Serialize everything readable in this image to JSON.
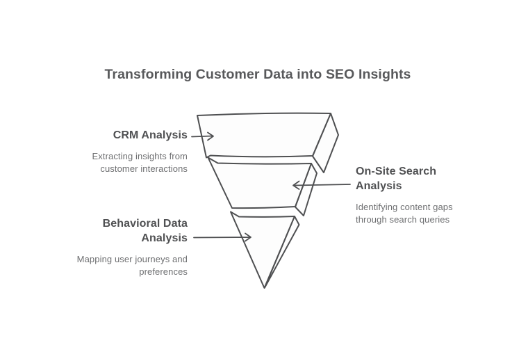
{
  "title": "Transforming Customer Data into SEO Insights",
  "levels": [
    {
      "heading_lines": [
        "CRM Analysis"
      ],
      "description_lines": [
        "Extracting insights from",
        "customer interactions"
      ]
    },
    {
      "heading_lines": [
        "On-Site Search",
        "Analysis"
      ],
      "description_lines": [
        "Identifying content gaps",
        "through search queries"
      ]
    },
    {
      "heading_lines": [
        "Behavioral Data",
        "Analysis"
      ],
      "description_lines": [
        "Mapping user journeys and",
        "preferences"
      ]
    }
  ],
  "colors": {
    "background": "#ffffff",
    "outline": "#4e4f51",
    "shape_fill": "#fdfdfd",
    "title_text": "#58595b",
    "heading_text": "#4f5052",
    "description_text": "#6e6f71"
  }
}
